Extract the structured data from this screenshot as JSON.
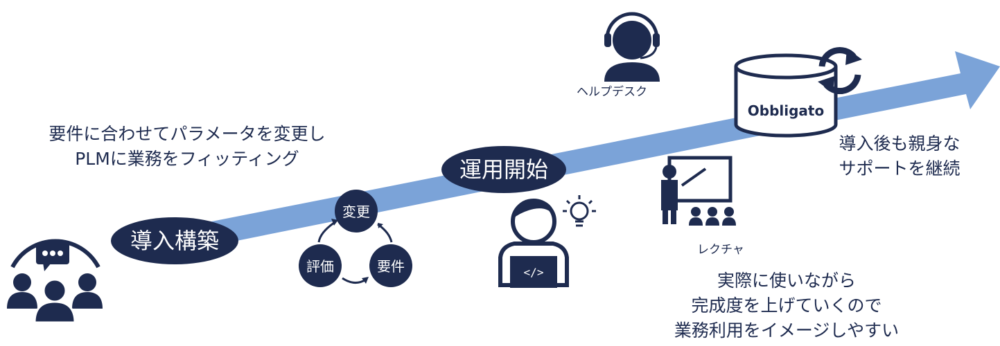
{
  "phases": {
    "setup": "導入構築",
    "operation": "運用開始"
  },
  "cycle": {
    "change": "変更",
    "requirement": "要件",
    "evaluate": "評価"
  },
  "fitting_text": [
    "要件に合わせてパラメータを変更し",
    "PLMに業務をフィッティング"
  ],
  "support_text": [
    "導入後も親身な",
    "サポートを継続"
  ],
  "usage_text": [
    "実際に使いながら",
    "完成度を上げていくので",
    "業務利用をイメージしやすい"
  ],
  "labels": {
    "helpdesk": "ヘルプデスク",
    "lecture": "レクチャ",
    "product": "Obbligato",
    "code_symbol": "</>"
  },
  "icons": [
    "team-chat-icon",
    "developer-idea-icon",
    "headset-operator-icon",
    "presentation-icon",
    "database-sync-icon"
  ],
  "colors": {
    "navy": "#1e2b4f",
    "arrow": "#7ba3d8",
    "text": "#1e2b4f"
  }
}
